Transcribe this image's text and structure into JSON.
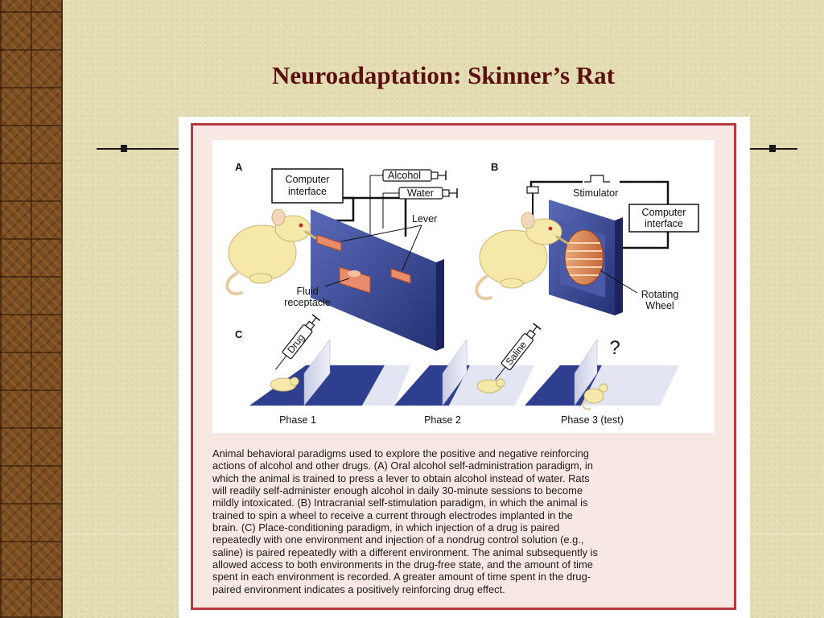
{
  "slide": {
    "title": "Neuroadaptation: Skinner’s Rat"
  },
  "figure": {
    "panels": {
      "a": {
        "letter": "A",
        "computer_interface": [
          "Computer",
          "interface"
        ],
        "alcohol": "Alcohol",
        "water": "Water",
        "lever": "Lever",
        "fluid_receptacle": [
          "Fluid",
          "receptacle"
        ]
      },
      "b": {
        "letter": "B",
        "stimulator": "Stimulator",
        "computer_interface": [
          "Computer",
          "interface"
        ],
        "rotating_wheel": [
          "Rotating",
          "Wheel"
        ]
      },
      "c": {
        "letter": "C",
        "drug": "Drug",
        "saline": "Saline",
        "question": "?",
        "phase1": "Phase 1",
        "phase2": "Phase 2",
        "phase3": "Phase 3 (test)"
      }
    },
    "caption": "Animal behavioral paradigms used to explore the positive and negative reinforcing\nactions of alcohol and other drugs. (A) Oral alcohol self-administration paradigm, in\nwhich the animal is trained to press a lever to obtain alcohol instead of water. Rats\nwill readily self-administer enough alcohol in daily 30-minute sessions to become\nmildly intoxicated. (B) Intracranial self-stimulation paradigm, in which the animal is\ntrained to spin a wheel to receive a current through electrodes implanted in the\nbrain. (C) Place-conditioning paradigm, in which injection of a drug is paired\nrepeatedly with one environment and injection of a nondrug control solution (e.g.,\nsaline) is paired repeatedly with a different environment. The animal subsequently is\nallowed access to both environments in the drug-free state, and the amount of time\nspent in each environment is recorded. A greater amount of time spent in the drug-\npaired environment indicates a positively reinforcing drug effect."
  },
  "colors": {
    "title": "#5a0f0f",
    "figure_border": "#b83a40",
    "panel_blue": "#2e3f8f",
    "rat_yellow": "#f6e8a8"
  }
}
